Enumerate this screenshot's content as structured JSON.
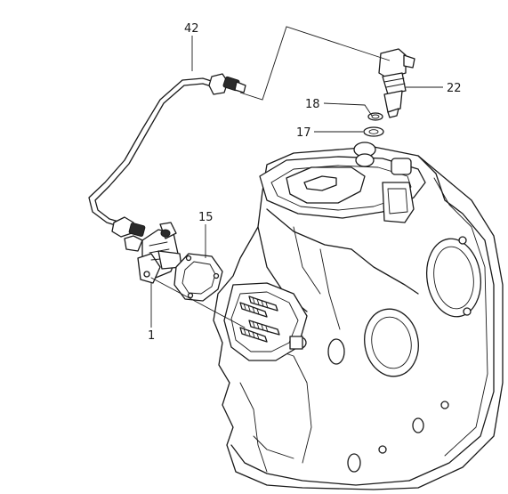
{
  "callouts": {
    "c42": "42",
    "c22": "22",
    "c18": "18",
    "c17": "17",
    "c15": "15",
    "c1": "1"
  }
}
